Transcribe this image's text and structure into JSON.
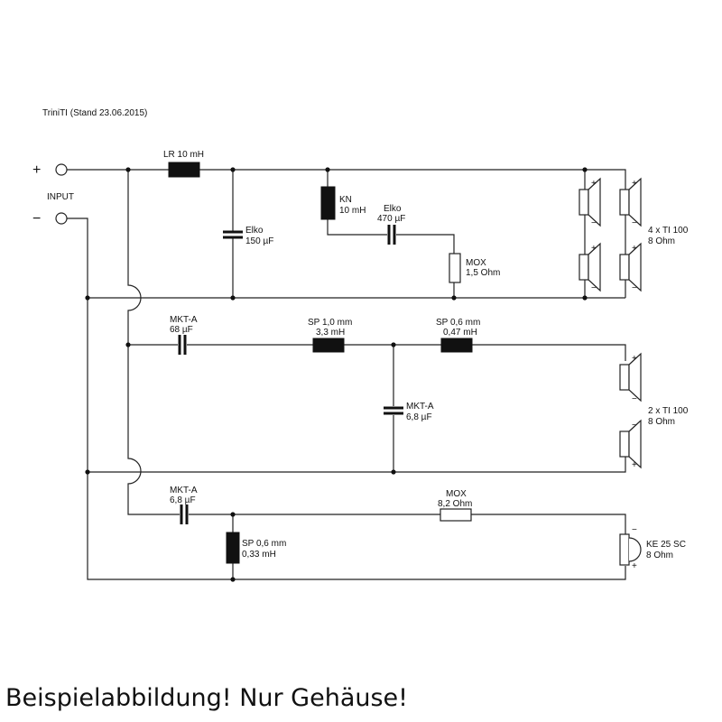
{
  "title": "TriniTI (Stand 23.06.2015)",
  "terminals": {
    "plus": "+",
    "minus": "−",
    "input": "INPUT"
  },
  "components": {
    "lr": "LR 10 mH",
    "elko1_name": "Elko",
    "elko1_val": "150 µF",
    "kn_name": "KN",
    "kn_val": "10 mH",
    "elko2_name": "Elko",
    "elko2_val": "470 µF",
    "mox1_name": "MOX",
    "mox1_val": "1,5 Ohm",
    "mkt1_name": "MKT-A",
    "mkt1_val": "68 µF",
    "sp1_name": "SP 1,0 mm",
    "sp1_val": "3,3 mH",
    "sp2_name": "SP 0,6 mm",
    "sp2_val": "0,47 mH",
    "mkt2_name": "MKT-A",
    "mkt2_val": "6,8 µF",
    "mkt3_name": "MKT-A",
    "mkt3_val": "6,8 µF",
    "mox2_name": "MOX",
    "mox2_val": "8,2 Ohm",
    "sp3_name": "SP 0,6 mm",
    "sp3_val": "0,33 mH"
  },
  "speakers": {
    "bass_name": "4 x TI 100",
    "bass_imp": "8 Ohm",
    "mid_name": "2 x TI 100",
    "mid_imp": "8 Ohm",
    "tw_name": "KE 25 SC",
    "tw_imp": "8 Ohm"
  },
  "polarity": {
    "plus": "+",
    "minus": "−"
  },
  "caption": "Beispielabbildung! Nur Gehäuse!"
}
